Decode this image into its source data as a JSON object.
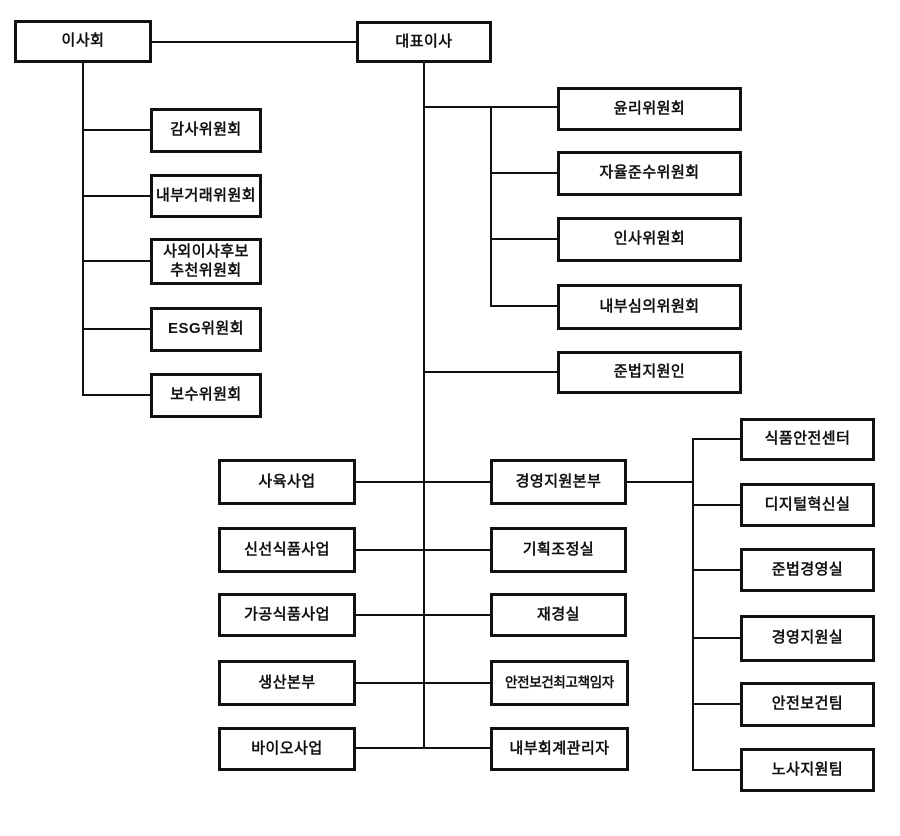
{
  "org": {
    "board": {
      "label": "이사회"
    },
    "ceo": {
      "label": "대표이사"
    },
    "board_committees": [
      {
        "label": "감사위원회"
      },
      {
        "label": "내부거래위원회"
      },
      {
        "label": "사외이사후보\n추천위원회"
      },
      {
        "label": "ESG위원회"
      },
      {
        "label": "보수위원회"
      }
    ],
    "ceo_committees": [
      {
        "label": "윤리위원회"
      },
      {
        "label": "자율준수위원회"
      },
      {
        "label": "인사위원회"
      },
      {
        "label": "내부심의위원회"
      },
      {
        "label": "준법지원인"
      }
    ],
    "business_divisions": [
      {
        "label": "사육사업"
      },
      {
        "label": "신선식품사업"
      },
      {
        "label": "가공식품사업"
      },
      {
        "label": "생산본부"
      },
      {
        "label": "바이오사업"
      }
    ],
    "staff_offices": [
      {
        "label": "경영지원본부"
      },
      {
        "label": "기획조정실"
      },
      {
        "label": "재경실"
      },
      {
        "label": "안전보건최고책임자"
      },
      {
        "label": "내부회계관리자"
      }
    ],
    "support_departments": [
      {
        "label": "식품안전센터"
      },
      {
        "label": "디지털혁신실"
      },
      {
        "label": "준법경영실"
      },
      {
        "label": "경영지원실"
      },
      {
        "label": "안전보건팀"
      },
      {
        "label": "노사지원팀"
      }
    ]
  },
  "colors": {
    "line": "#111111",
    "box_border": "#111111",
    "box_background": "#ffffff",
    "text": "#111111",
    "page_background": "#ffffff"
  }
}
